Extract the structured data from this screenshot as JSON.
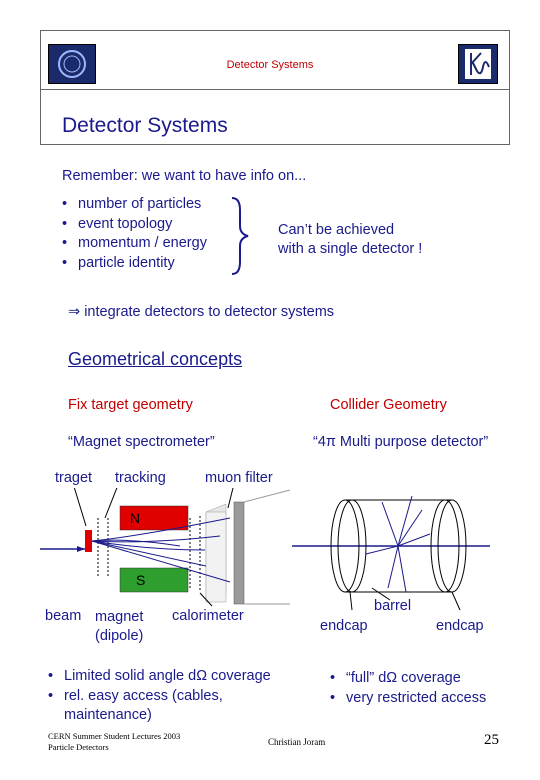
{
  "header": {
    "title": "Detector Systems"
  },
  "page_title": "Detector Systems",
  "intro": {
    "label": "Remember:",
    "text": "we want to have info on..."
  },
  "needs": [
    "number of particles",
    "event topology",
    "momentum / energy",
    "particle identity"
  ],
  "conclusion_note": {
    "line1": "Can’t be achieved",
    "line2": "with a single detector !"
  },
  "integrate": {
    "symbol": "⇒",
    "text": "integrate detectors to detector systems"
  },
  "section_title": "Geometrical concepts",
  "fixed_target": {
    "heading": "Fix target geometry",
    "subheading": "“Magnet spectrometer”",
    "label_target": "traget",
    "label_tracking": "tracking",
    "label_muon": "muon filter",
    "pole_north": "N",
    "pole_south": "S",
    "label_beam": "beam",
    "label_magnet_line1": "magnet",
    "label_magnet_line2": "(dipole)",
    "label_calorimeter": "calorimeter",
    "points": [
      "Limited solid angle dΩ coverage",
      "rel. easy access (cables,",
      "maintenance)"
    ]
  },
  "collider": {
    "heading": "Collider Geometry",
    "subheading": "“4π Multi purpose detector”",
    "label_barrel": "barrel",
    "label_endcap_left": "endcap",
    "label_endcap_right": "endcap",
    "points": [
      "“full” dΩ coverage",
      "very restricted access"
    ]
  },
  "footer": {
    "left_line1": "CERN Summer Student Lectures 2003",
    "left_line2": "Particle Detectors",
    "author": "Christian Joram",
    "page": "25"
  },
  "colors": {
    "title_blue": "#1a1a8c",
    "accent_red": "#c00000",
    "magnet_green": "#2e9e2e"
  }
}
